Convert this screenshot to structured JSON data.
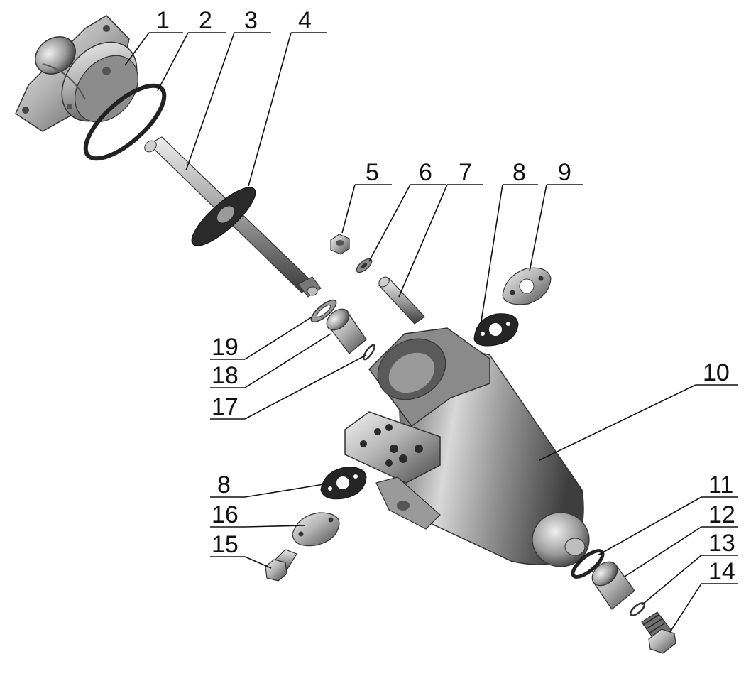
{
  "figure": {
    "colors": {
      "background": "#ffffff",
      "metal_dark": "#4a4a4a",
      "metal_mid": "#8a8a8a",
      "metal_light": "#dcdcdc",
      "rubber": "#2a2a2a",
      "ink": "#111111"
    }
  },
  "callouts": [
    {
      "id": "c1",
      "label": "1"
    },
    {
      "id": "c2",
      "label": "2"
    },
    {
      "id": "c3",
      "label": "3"
    },
    {
      "id": "c4",
      "label": "4"
    },
    {
      "id": "c5",
      "label": "5"
    },
    {
      "id": "c6",
      "label": "6"
    },
    {
      "id": "c7",
      "label": "7"
    },
    {
      "id": "c8a",
      "label": "8"
    },
    {
      "id": "c9",
      "label": "9"
    },
    {
      "id": "c10",
      "label": "10"
    },
    {
      "id": "c11",
      "label": "11"
    },
    {
      "id": "c12",
      "label": "12"
    },
    {
      "id": "c13",
      "label": "13"
    },
    {
      "id": "c14",
      "label": "14"
    },
    {
      "id": "c19",
      "label": "19"
    },
    {
      "id": "c18",
      "label": "18"
    },
    {
      "id": "c17",
      "label": "17"
    },
    {
      "id": "c8b",
      "label": "8"
    },
    {
      "id": "c16",
      "label": "16"
    },
    {
      "id": "c15",
      "label": "15"
    }
  ]
}
